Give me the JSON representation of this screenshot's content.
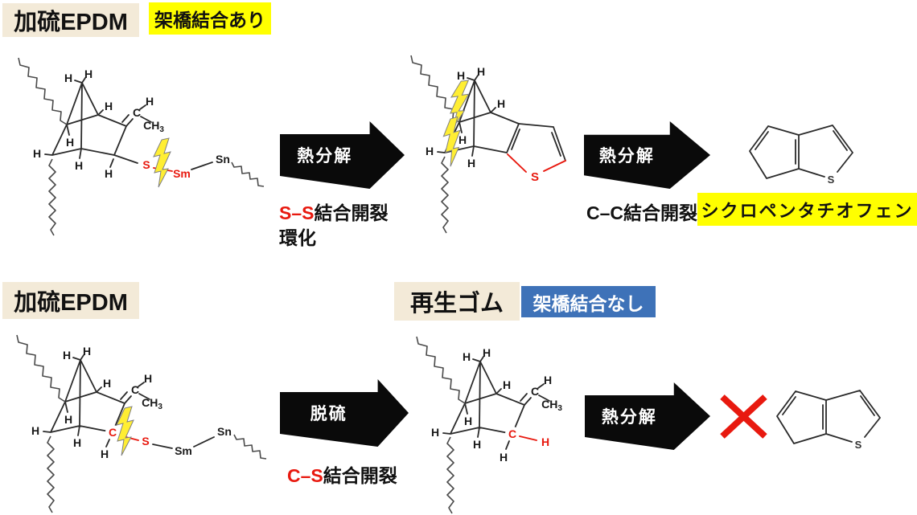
{
  "labels": {
    "vulcanized_epdm_top": "加硫EPDM",
    "crosslinked_tag": "架橋結合あり",
    "vulcanized_epdm_bottom": "加硫EPDM",
    "recycled_rubber": "再生ゴム",
    "no_crosslink_tag": "架橋結合なし",
    "product_name": "シクロペンタチオフェン"
  },
  "arrows": {
    "a1": "熱分解",
    "a2": "熱分解",
    "a3": "脱硫",
    "a4": "熱分解"
  },
  "captions": {
    "ss": {
      "bond": "S–S",
      "rest": "結合開裂"
    },
    "cyclization": "環化",
    "cc": {
      "bond": "C–C",
      "rest": "結合開裂"
    },
    "cs": {
      "bond": "C–S",
      "rest": "結合開裂"
    }
  },
  "atoms": {
    "h": "H",
    "c": "C",
    "s": "S",
    "sm": "Sm",
    "sn": "Sn",
    "ch": "CH",
    "sub3": "3"
  },
  "colors": {
    "highlight_yellow": "#ffff00",
    "label_beige": "#f3ead8",
    "tag_blue": "#3e72b8",
    "bond_red": "#e8190f",
    "bolt_yellow": "#ffee33",
    "arrow_black": "#0a0a0a",
    "x_mark_red": "#e8190f"
  }
}
